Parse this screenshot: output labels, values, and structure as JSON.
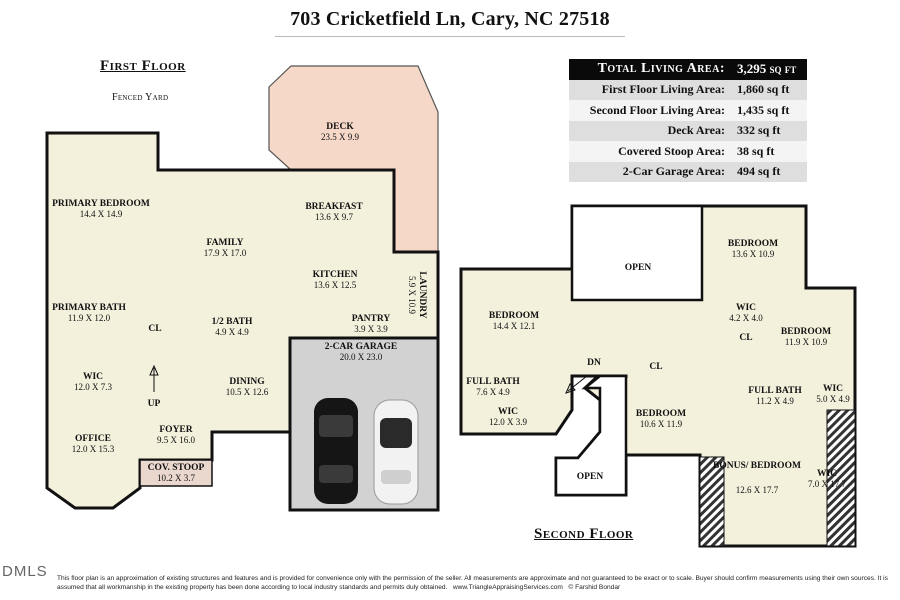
{
  "header": {
    "address": "703 Cricketfield Ln, Cary, NC 27518"
  },
  "first_floor": {
    "title": "First Floor",
    "note": "Fenced Yard",
    "rooms": [
      {
        "key": "deck",
        "name": "DECK",
        "dims": "23.5 X 9.9"
      },
      {
        "key": "primary_bedroom",
        "name": "PRIMARY BEDROOM",
        "dims": "14.4 X 14.9"
      },
      {
        "key": "breakfast",
        "name": "BREAKFAST",
        "dims": "13.6 X 9.7"
      },
      {
        "key": "family",
        "name": "FAMILY",
        "dims": "17.9 X 17.0"
      },
      {
        "key": "kitchen",
        "name": "KITCHEN",
        "dims": "13.6 X 12.5"
      },
      {
        "key": "laundry",
        "name": "LAUNDRY",
        "dims": "5.9 X 10.9"
      },
      {
        "key": "primary_bath",
        "name": "PRIMARY BATH",
        "dims": "11.9 X 12.0"
      },
      {
        "key": "cl",
        "name": "CL",
        "dims": ""
      },
      {
        "key": "half_bath",
        "name": "1/2 BATH",
        "dims": "4.9 X 4.9"
      },
      {
        "key": "pantry",
        "name": "PANTRY",
        "dims": "3.9 X 3.9"
      },
      {
        "key": "garage",
        "name": "2-CAR GARAGE",
        "dims": "20.0 X 23.0"
      },
      {
        "key": "wic",
        "name": "WIC",
        "dims": "12.0 X 7.3"
      },
      {
        "key": "up",
        "name": "UP",
        "dims": ""
      },
      {
        "key": "dining",
        "name": "DINING",
        "dims": "10.5 X 12.6"
      },
      {
        "key": "foyer",
        "name": "FOYER",
        "dims": "9.5 X 16.0"
      },
      {
        "key": "office",
        "name": "OFFICE",
        "dims": "12.0 X 15.3"
      },
      {
        "key": "cov_stoop",
        "name": "COV. STOOP",
        "dims": "10.2 X 3.7"
      }
    ]
  },
  "second_floor": {
    "title": "Second Floor",
    "rooms": [
      {
        "key": "open_top",
        "name": "OPEN",
        "dims": ""
      },
      {
        "key": "bedroom_ne",
        "name": "BEDROOM",
        "dims": "13.6 X 10.9"
      },
      {
        "key": "bedroom_w",
        "name": "BEDROOM",
        "dims": "14.4 X 12.1"
      },
      {
        "key": "wic_center",
        "name": "WIC",
        "dims": "4.2 X 4.0"
      },
      {
        "key": "bedroom_e",
        "name": "BEDROOM",
        "dims": "11.9 X 10.9"
      },
      {
        "key": "cl_right",
        "name": "CL",
        "dims": ""
      },
      {
        "key": "dn",
        "name": "DN",
        "dims": ""
      },
      {
        "key": "cl_left",
        "name": "CL",
        "dims": ""
      },
      {
        "key": "full_bath_w",
        "name": "FULL BATH",
        "dims": "7.6 X 4.9"
      },
      {
        "key": "full_bath_e",
        "name": "FULL BATH",
        "dims": "11.2 X 4.9"
      },
      {
        "key": "wic_e",
        "name": "WIC",
        "dims": "5.0 X 4.9"
      },
      {
        "key": "wic_w",
        "name": "WIC",
        "dims": "12.0 X 3.9"
      },
      {
        "key": "bedroom_s",
        "name": "BEDROOM",
        "dims": "10.6 X 11.9"
      },
      {
        "key": "bonus",
        "name": "BONUS/ BEDROOM",
        "dims": "12.6 X 17.7"
      },
      {
        "key": "wic_bonus",
        "name": "WIC",
        "dims": "7.0 X 17.7"
      },
      {
        "key": "open_bottom",
        "name": "OPEN",
        "dims": ""
      }
    ]
  },
  "areas": [
    {
      "label": "Total Living Area:",
      "value": "3,295 sq ft"
    },
    {
      "label": "First Floor Living Area:",
      "value": "1,860 sq ft"
    },
    {
      "label": "Second Floor Living Area:",
      "value": "1,435 sq ft"
    },
    {
      "label": "Deck Area:",
      "value": "332 sq ft"
    },
    {
      "label": "Covered Stoop Area:",
      "value": "38 sq ft"
    },
    {
      "label": "2-Car Garage Area:",
      "value": "494 sq ft"
    }
  ],
  "footer": {
    "logo": "DMLS",
    "disclaimer": "This floor plan is an approximation of existing structures and features and is provided for convenience only with the permission of the seller.  All measurements are approximate and not guaranteed to be exact or to scale.  Buyer should confirm measurements using their own sources.  It is assumed that all workmanship in the existing property has been done according to local industry standards and permits duly obtained.",
    "website": "www.TriangleAppraisingServices.com",
    "copyright": "© Farshid Bondar"
  },
  "colors": {
    "floor_fill": "#f3f0dc",
    "deck_fill": "#f6d8c8",
    "garage_fill": "#d2d2d2",
    "stoop_fill": "#ead8cf",
    "wall": "#111111"
  }
}
